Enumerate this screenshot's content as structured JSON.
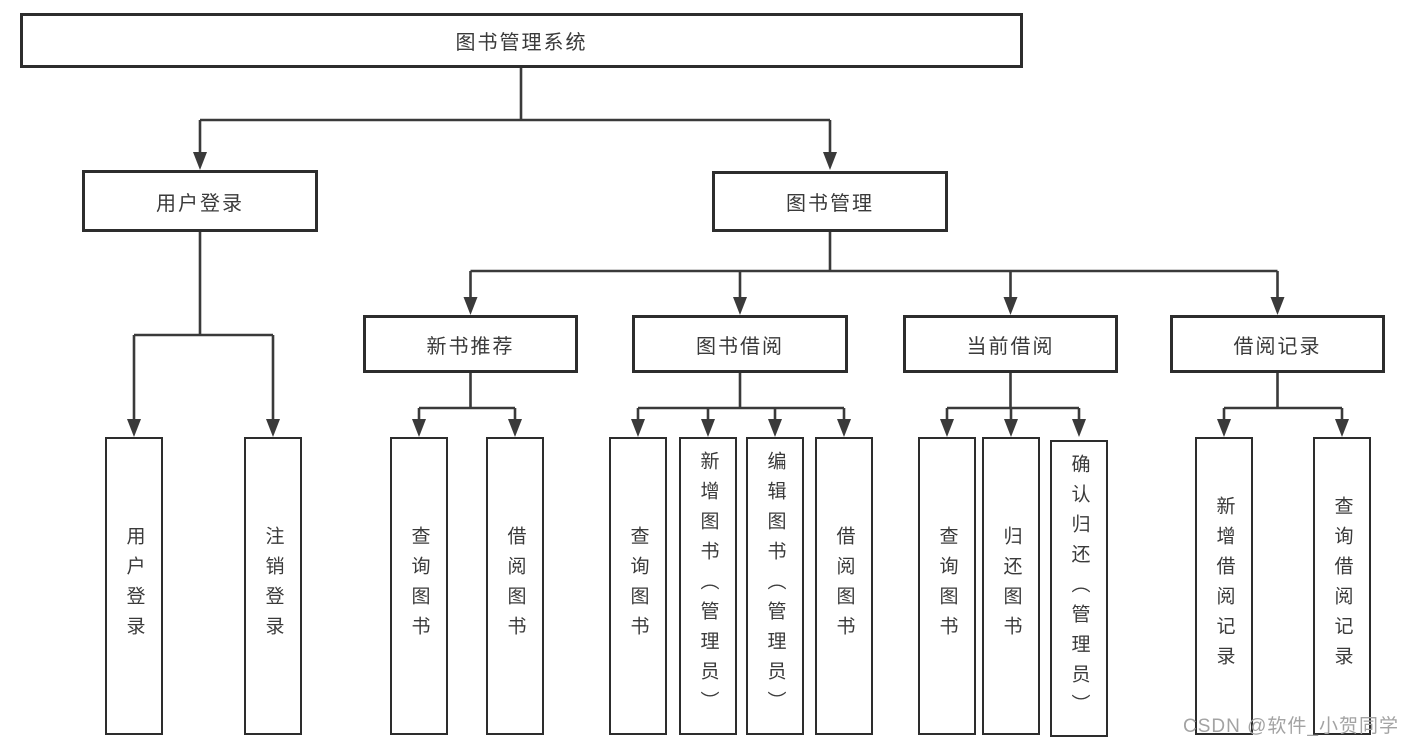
{
  "nodes": {
    "root": "图书管理系统",
    "user_login": "用户登录",
    "book_management": "图书管理",
    "new_book_recommend": "新书推荐",
    "book_borrow": "图书借阅",
    "current_borrow": "当前借阅",
    "borrow_record": "借阅记录",
    "leaf_user_login": "用户登录",
    "leaf_logout_login": "注销登录",
    "leaf_query_book_1": "查询图书",
    "leaf_borrow_book_1": "借阅图书",
    "leaf_query_book_2": "查询图书",
    "leaf_add_book_admin": "新增图书（管理员）",
    "leaf_edit_book_admin": "编辑图书（管理员）",
    "leaf_borrow_book_2": "借阅图书",
    "leaf_query_book_3": "查询图书",
    "leaf_return_book": "归还图书",
    "leaf_confirm_return_admin": "确认归还（管理员）",
    "leaf_add_borrow_record": "新增借阅记录",
    "leaf_query_borrow_record": "查询借阅记录"
  },
  "hierarchy": {
    "图书管理系统": {
      "用户登录": [
        "用户登录",
        "注销登录"
      ],
      "图书管理": {
        "新书推荐": [
          "查询图书",
          "借阅图书"
        ],
        "图书借阅": [
          "查询图书",
          "新增图书（管理员）",
          "编辑图书（管理员）",
          "借阅图书"
        ],
        "当前借阅": [
          "查询图书",
          "归还图书",
          "确认归还（管理员）"
        ],
        "借阅记录": [
          "新增借阅记录",
          "查询借阅记录"
        ]
      }
    }
  },
  "watermark": "CSDN @软件_小贺同学",
  "colors": {
    "line": "#3a3a3a",
    "box_border": "#2d2d2d",
    "box_fill": "#ffffff",
    "text": "#3a3a3a",
    "watermark": "#a3a3a3",
    "background": "#ffffff"
  }
}
